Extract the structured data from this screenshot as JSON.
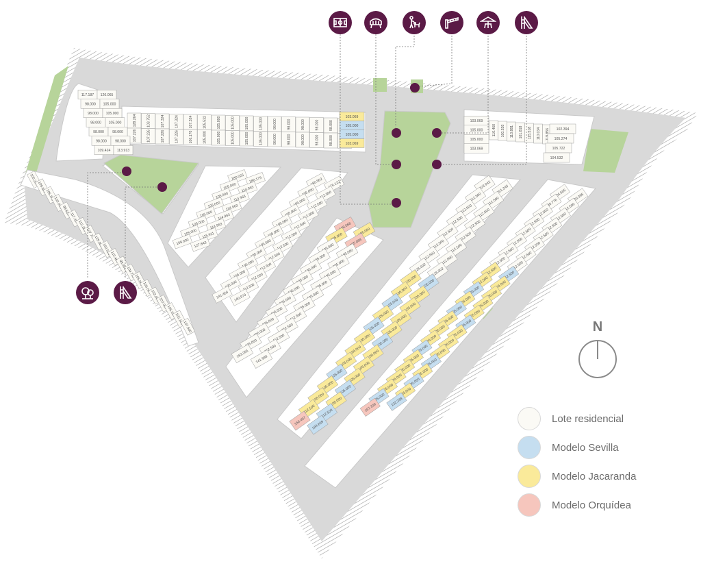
{
  "colors": {
    "road": "#d9d9d9",
    "lot_border": "#9a9a9a",
    "green": "#b7d49a",
    "amenity": "#5b1a46",
    "lote_residencial": "#fbfaf5",
    "modelo_sevilla": "#c5def0",
    "modelo_jacaranda": "#faea9a",
    "modelo_orquidea": "#f6c6bd"
  },
  "compass": {
    "label": "N"
  },
  "legend": {
    "items": [
      {
        "label": "Lote residencial",
        "color_key": "lote_residencial"
      },
      {
        "label": "Modelo Sevilla",
        "color_key": "modelo_sevilla"
      },
      {
        "label": "Modelo Jacaranda",
        "color_key": "modelo_jacaranda"
      },
      {
        "label": "Modelo Orquídea",
        "color_key": "modelo_orquidea"
      }
    ]
  },
  "amenity_icons": {
    "top": [
      "soccer-field-icon",
      "bbq-grill-icon",
      "pet-park-icon",
      "access-gate-icon",
      "gazebo-icon",
      "playground-slide-icon"
    ],
    "left": [
      "trees-park-icon",
      "playground-slide-icon"
    ]
  },
  "blocks": {
    "top_row": {
      "upper": [
        "128.264",
        "103.752",
        "107.324",
        "107.324",
        "107.324",
        "105.532",
        "105.000",
        "105.000",
        "105.000",
        "105.000",
        "98.000",
        "98.000",
        "98.000",
        "98.000",
        "98.000",
        "98.000"
      ],
      "lower": [
        "107.226",
        "107.226",
        "107.226",
        "107.226",
        "106.170",
        "105.000",
        "105.000",
        "105.000",
        "105.000",
        "105.000",
        "98.000",
        "98.000",
        "98.000",
        "98.000",
        "98.000",
        "98.000"
      ],
      "right": [
        "103.069",
        "105.000",
        "105.000",
        "103.069"
      ]
    },
    "top_left": [
      "117.187",
      "126.065",
      "98.000",
      "105.000",
      "98.000",
      "105.000",
      "98.000",
      "105.000",
      "98.000",
      "98.000",
      "98.000",
      "98.000",
      "109.424",
      "113.913"
    ],
    "top_right": [
      "103.069",
      "105.000",
      "105.000",
      "103.069",
      "110.460",
      "100.520",
      "110.881",
      "101.818",
      "115.518",
      "110.034",
      "119.856",
      "128.078",
      "102.394",
      "105.274",
      "105.722",
      "104.532"
    ],
    "west_diag": [
      "100.290",
      "105.606",
      "106.340",
      "102.093",
      "98.621",
      "117.457",
      "112.260",
      "127.747",
      "125.000",
      "100.521",
      "110.469",
      "98.000",
      "104.756",
      "105.000",
      "105.000",
      "103.003",
      "107.007",
      "105.014",
      "105.182",
      "107.500"
    ],
    "block_a": [
      "180.025",
      "180.179",
      "105.000",
      "114.963",
      "105.000",
      "114.963",
      "105.000",
      "114.963",
      "105.000",
      "114.963",
      "105.000",
      "114.963",
      "105.000",
      "115.911",
      "108.000",
      "127.843"
    ],
    "block_b": [
      "180.502",
      "176.122",
      "105.000",
      "112.500",
      "105.000",
      "112.500",
      "105.000",
      "112.500",
      "105.000",
      "112.500",
      "105.000",
      "112.500",
      "105.000",
      "112.500",
      "105.000",
      "112.500",
      "105.000",
      "112.500",
      "105.000",
      "112.500",
      "105.000",
      "112.500",
      "141.466",
      "140.970"
    ],
    "block_c": [
      "138.068",
      "105.000",
      "105.000",
      "135.068",
      "105.000",
      "105.000",
      "105.000",
      "105.000",
      "105.000",
      "105.000",
      "105.000",
      "105.000",
      "105.000",
      "105.000",
      "105.000",
      "105.000",
      "105.000",
      "112.500",
      "105.000",
      "112.500",
      "105.000",
      "112.500",
      "105.000",
      "112.500",
      "163.265",
      "141.989"
    ],
    "block_d": [
      "223.942",
      "201.245",
      "112.500",
      "112.500",
      "112.500",
      "112.500",
      "112.500",
      "112.500",
      "112.500",
      "112.500",
      "112.500",
      "112.500",
      "112.500",
      "112.500",
      "126.002",
      "126.002",
      "105.000",
      "105.000",
      "105.000",
      "105.000",
      "105.000",
      "105.000",
      "105.000",
      "105.000",
      "105.000",
      "105.000",
      "105.000",
      "105.000",
      "105.000",
      "105.000",
      "105.000",
      "105.000",
      "105.000",
      "105.000",
      "105.000",
      "105.000",
      "105.000",
      "105.000",
      "112.500",
      "112.500",
      "156.457",
      "184.669"
    ],
    "block_e": [
      "184.605",
      "130.395",
      "140.776",
      "112.500",
      "112.500",
      "112.500",
      "112.500",
      "112.500",
      "112.500",
      "112.500",
      "112.500",
      "112.500",
      "112.500",
      "112.500",
      "112.500",
      "112.500",
      "112.500",
      "112.500",
      "112.500",
      "105.000",
      "105.000",
      "105.000",
      "105.000",
      "105.000",
      "105.000",
      "105.000",
      "105.000",
      "105.000",
      "105.000",
      "105.000",
      "105.000",
      "105.000",
      "105.000",
      "105.000",
      "105.000",
      "105.000",
      "105.000",
      "105.000",
      "105.000",
      "105.000",
      "105.000",
      "105.000",
      "105.000",
      "132.338",
      "167.336"
    ]
  }
}
